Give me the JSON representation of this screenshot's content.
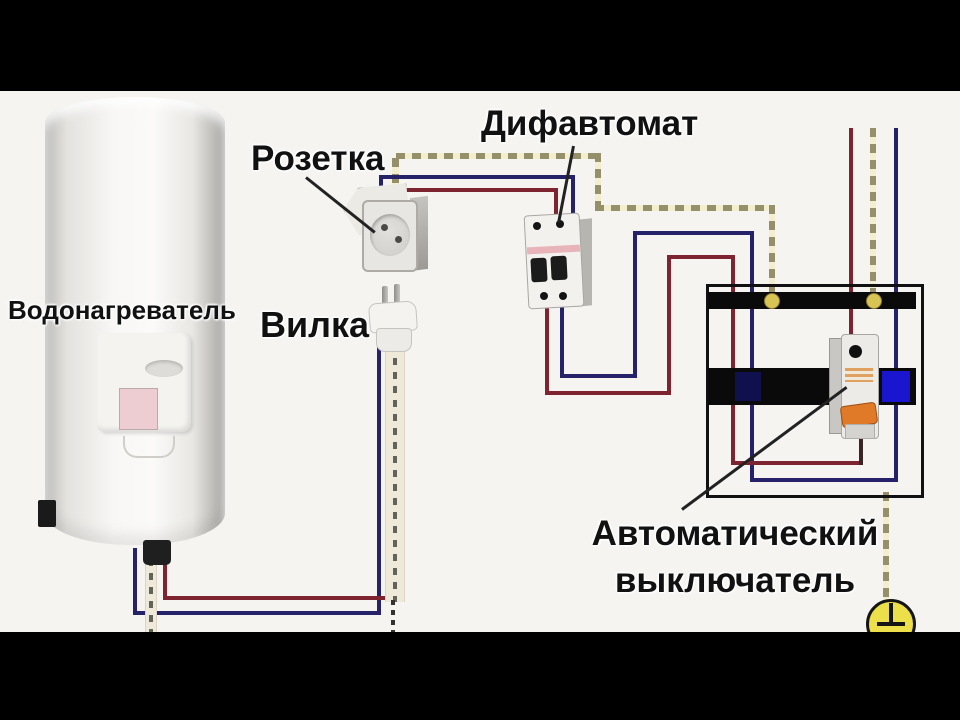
{
  "labels": {
    "water_heater": "Водонагреватель",
    "socket": "Розетка",
    "plug": "Вилка",
    "difavtomat": "Дифавтомат",
    "breaker_line1": "Автоматический",
    "breaker_line2": "выключатель"
  },
  "colors": {
    "phase_wire": "#7d2430",
    "neutral_wire": "#26226a",
    "ground_dash": "#96906a",
    "ground_strip": "#f2eecf",
    "ground_symbol_fill": "#ecdf4a",
    "panel_terminal": "#d8c455",
    "breaker_toggle": "#e07a28",
    "panel_blue_block": "#1a16d0"
  },
  "icons": {
    "ground_symbol": "earth-ground",
    "terminal_screws": "panel-terminal-screws"
  }
}
